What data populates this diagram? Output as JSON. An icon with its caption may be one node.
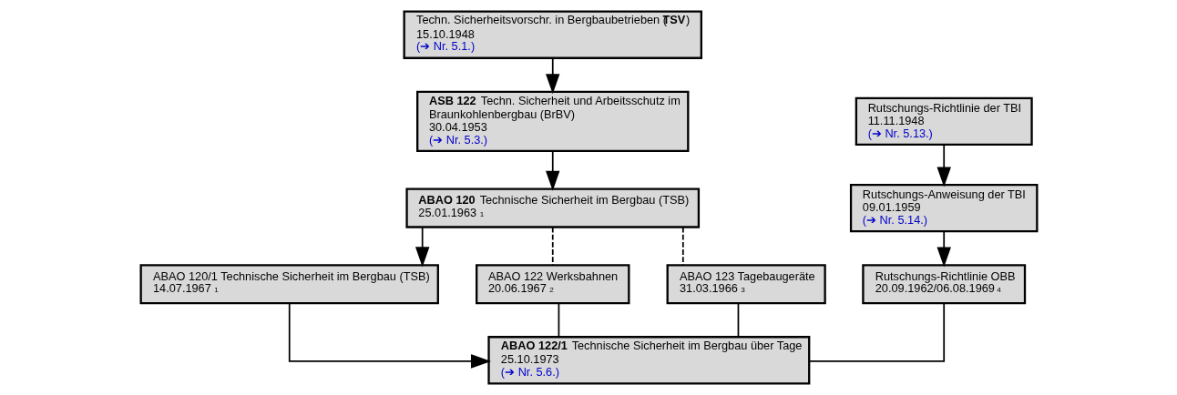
{
  "diagram": {
    "nodes": [
      {
        "text": [
          "Techn. Sicherheitsvorschr. in Bergbaubetrieben (**TSV**)",
          "15.10.1948",
          "(➔ Nr. 5.1.)"
        ]
      },
      {
        "text": [
          "Rutschungs-Richtlinie der TBI",
          "11.11.1948",
          "(➔ Nr. 5.13.)"
        ]
      },
      {
        "text": [
          "**ASB 122** Techn. Sicherheit und Arbeitsschutz im Braunkohlenbergbau (BrBV)",
          "30.04.1953",
          "(➔ Nr. 5.3.)"
        ]
      },
      {
        "text": [
          "**ABAO 120** Technische Sicherheit im Bergbau (TSB)",
          "25.01.1963 $^{1}$"
        ]
      },
      {
        "text": [
          "Rutschungs-Anweisung der TBI",
          "09.01.1959",
          "(➔ Nr. 5.14.)"
        ]
      },
      {
        "text": [
          "ABAO 120/1 Technische Sicherheit im Bergbau (TSB)",
          "14.07.1967 $^{1}$"
        ]
      },
      {
        "text": [
          "ABAO 122 Werksbahnen",
          "20.06.1967 $^{2}$"
        ]
      },
      {
        "text": [
          "ABAO 123 Tagebaugeräte",
          "31.03.1966 $^{3}$"
        ]
      },
      {
        "text": [
          "Rutschungs-Richtlinie OBB",
          "20.09.1962/06.08.1969 $^{4}$"
        ]
      },
      {
        "text": [
          "**ABAO 122/1** Technische Sicherheit im Bergbau über Tage",
          "25.10.1973",
          "(➔ Nr. 5.6.)"
        ]
      }
    ],
    "edges": [
      {
        "from": 0,
        "to": 2,
        "arrow": "to"
      },
      {
        "from": 2,
        "to": 3,
        "arrow": "to"
      },
      {
        "from": 3,
        "to": 5,
        "arrow": "to"
      },
      {
        "from": 5,
        "to": 9,
        "arrow": "to"
      },
      {
        "from": 1,
        "to": 4,
        "arrow": "to"
      },
      {
        "from": 4,
        "to": 8,
        "arrow": "to"
      },
      {
        "from": 3,
        "to": 6,
        "arrow": "none",
        "style": "dashed"
      },
      {
        "from": 3,
        "to": 7,
        "arrow": "none",
        "style": "dashed"
      },
      {
        "from": 6,
        "to": 9,
        "arrow": "none"
      },
      {
        "from": 7,
        "to": 9,
        "arrow": "none"
      },
      {
        "from": 8,
        "to": 9,
        "arrow": "none"
      }
    ]
  }
}
